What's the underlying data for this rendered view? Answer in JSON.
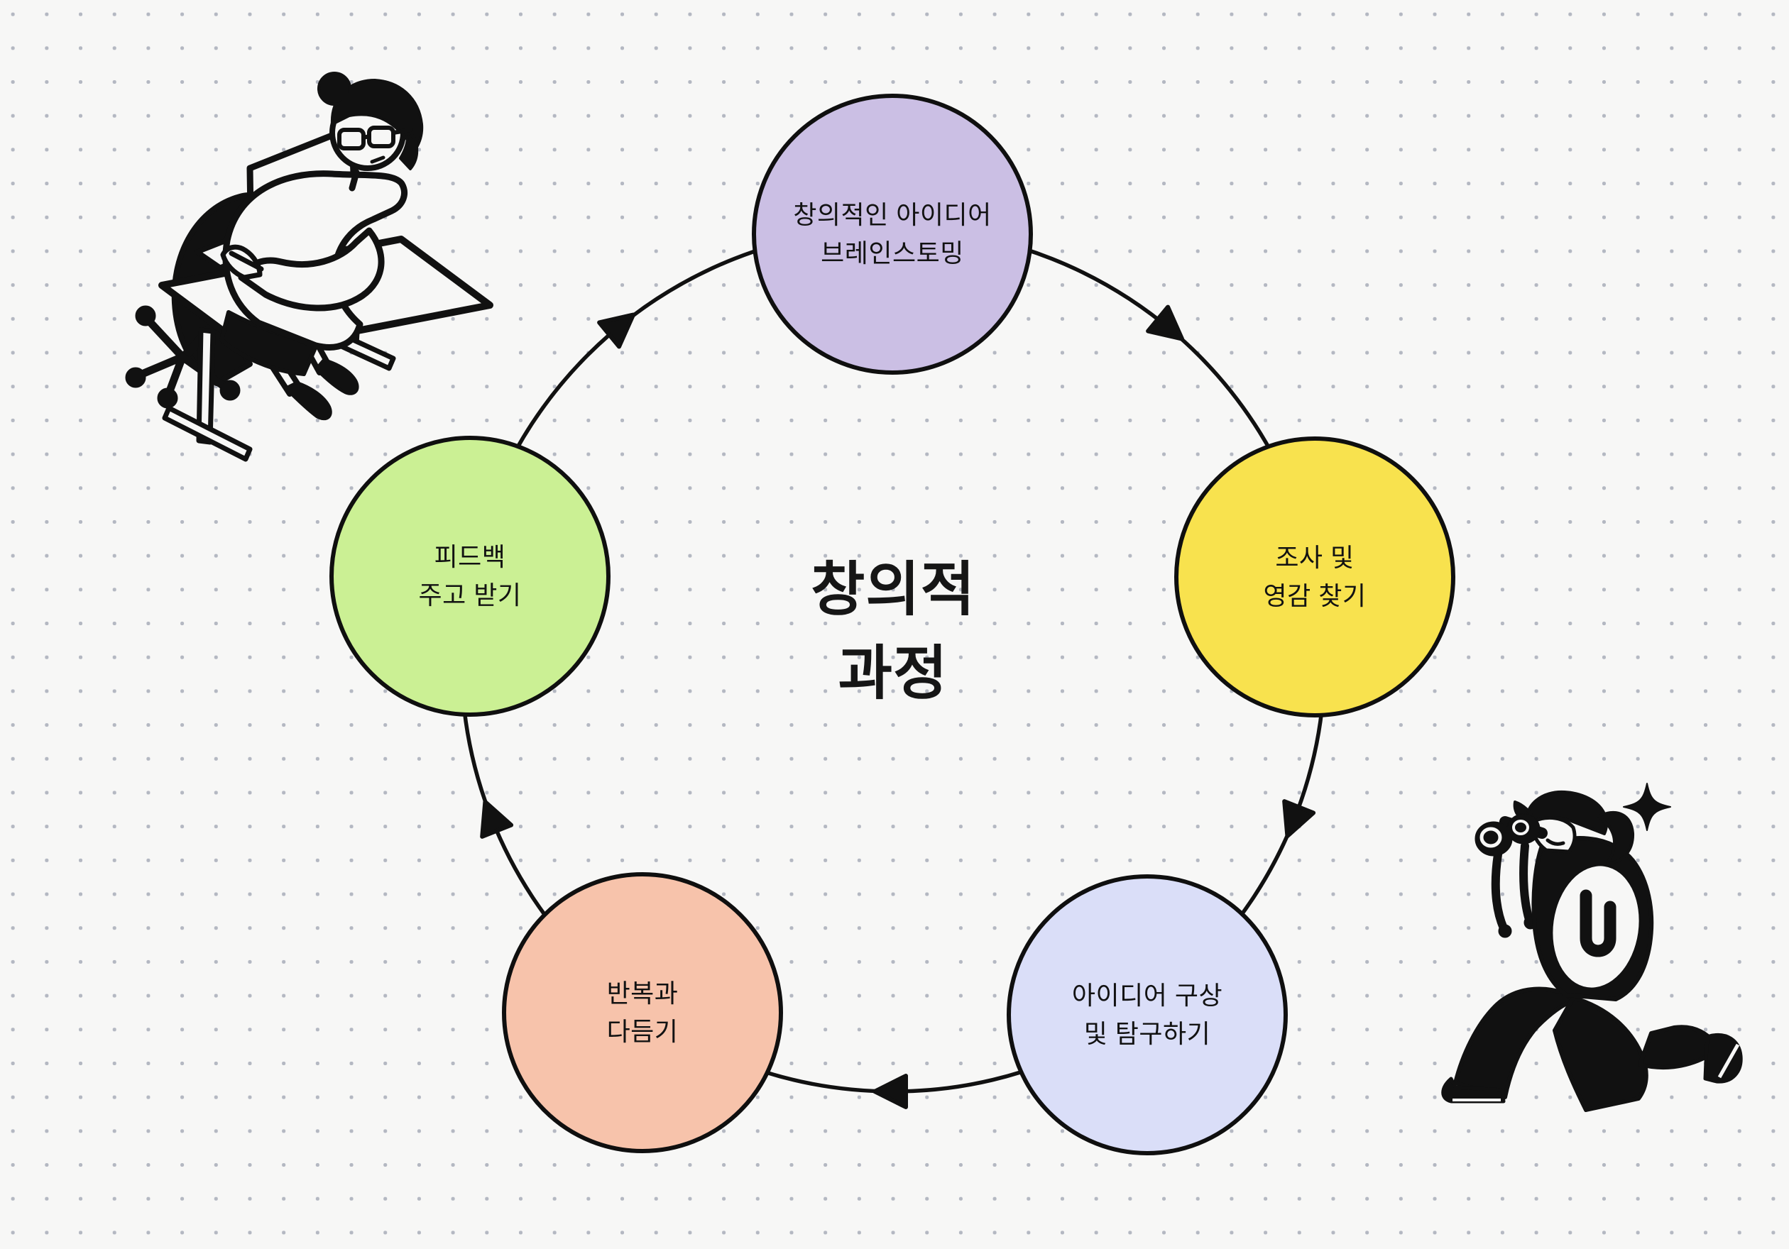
{
  "page": {
    "background_color": "#f7f7f6",
    "dot_grid_color": "#b4b8c2",
    "line_color": "#111111"
  },
  "title": {
    "line1": "창의적",
    "line2": "과정"
  },
  "cycle": {
    "direction": "clockwise",
    "nodes": [
      {
        "id": "brainstorming",
        "label_line1": "창의적인 아이디어",
        "label_line2": "브레인스토밍",
        "fill": "#cbbfe4"
      },
      {
        "id": "research",
        "label_line1": "조사 및",
        "label_line2": "영감 찾기",
        "fill": "#f8e24e"
      },
      {
        "id": "ideation",
        "label_line1": "아이디어 구상",
        "label_line2": "및 탐구하기",
        "fill": "#dadef8"
      },
      {
        "id": "iteration",
        "label_line1": "반복과",
        "label_line2": "다듬기",
        "fill": "#f7c3ab"
      },
      {
        "id": "feedback",
        "label_line1": "피드백",
        "label_line2": "주고 받기",
        "fill": "#cbf094"
      }
    ],
    "arrow_count": 5
  },
  "illustrations": [
    {
      "name": "person-working-at-desk",
      "position": "top-left"
    },
    {
      "name": "person-looking-through-binoculars",
      "position": "bottom-right"
    },
    {
      "name": "sparkle",
      "position": "bottom-right"
    }
  ]
}
